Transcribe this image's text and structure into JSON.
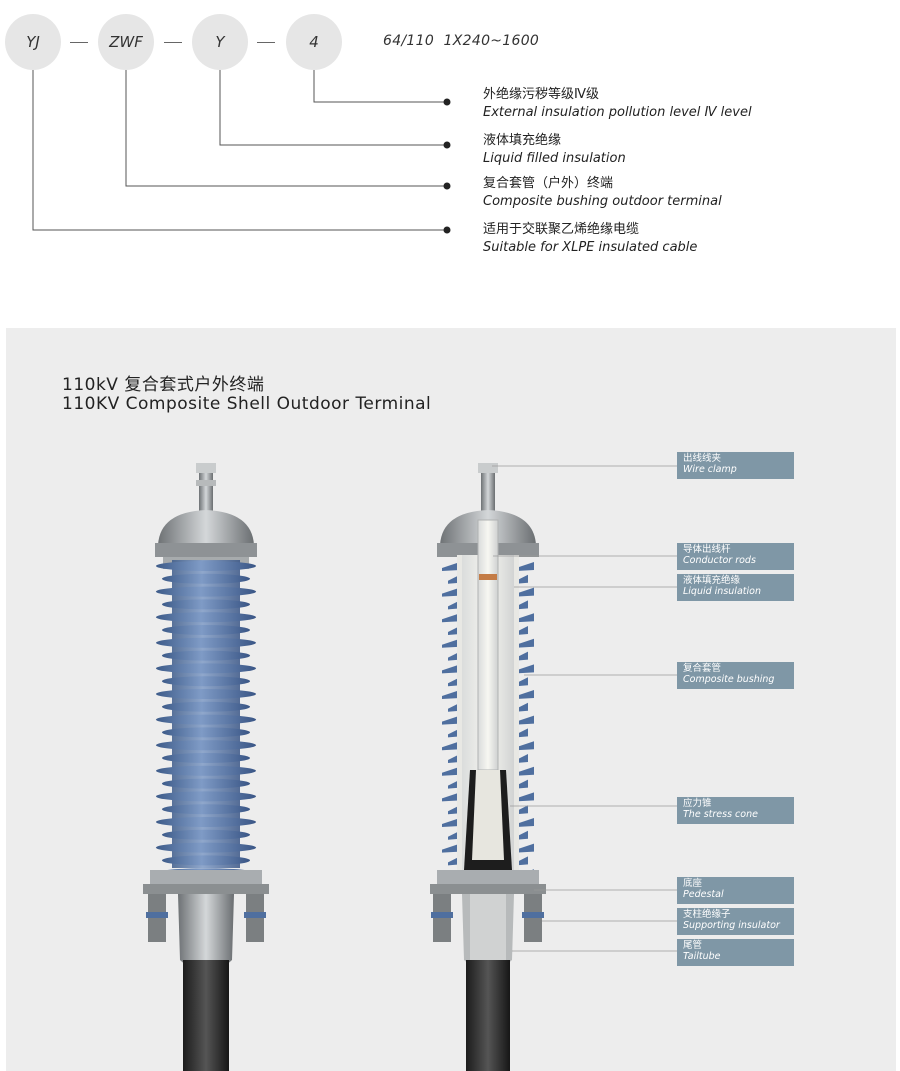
{
  "model_code": {
    "parts": [
      "YJ",
      "ZWF",
      "Y",
      "4"
    ],
    "spec": "64/110  1X240~1600"
  },
  "legend": [
    {
      "cn": "外绝缘污秽等级Ⅳ级",
      "en": "External insulation pollution level Ⅳ level"
    },
    {
      "cn": "液体填充绝缘",
      "en": "Liquid filled insulation"
    },
    {
      "cn": "复合套管（户外）终端",
      "en": "Composite bushing outdoor terminal"
    },
    {
      "cn": "适用于交联聚乙烯绝缘电缆",
      "en": "Suitable for XLPE insulated cable"
    }
  ],
  "panel": {
    "title_cn": "110kV 复合套式户外终端",
    "title_en": "110KV Composite Shell Outdoor Terminal"
  },
  "callouts": [
    {
      "cn": "出线线夹",
      "en": "Wire clamp"
    },
    {
      "cn": "导体出线杆",
      "en": "Conductor rods"
    },
    {
      "cn": "液体填充绝缘",
      "en": "Liquid insulation"
    },
    {
      "cn": "复合套管",
      "en": "Composite bushing"
    },
    {
      "cn": "应力锥",
      "en": "The stress cone"
    },
    {
      "cn": "底座",
      "en": "Pedestal"
    },
    {
      "cn": "支柱绝缘子",
      "en": "Supporting insulator"
    },
    {
      "cn": "尾管",
      "en": "Tailtube"
    }
  ],
  "colors": {
    "circle": "#e6e6e6",
    "panel": "#ededed",
    "tag": "#7f97a6",
    "shed": "#4f6f9f",
    "metal": "#a9adb0",
    "cable": "#2a2a2a"
  }
}
